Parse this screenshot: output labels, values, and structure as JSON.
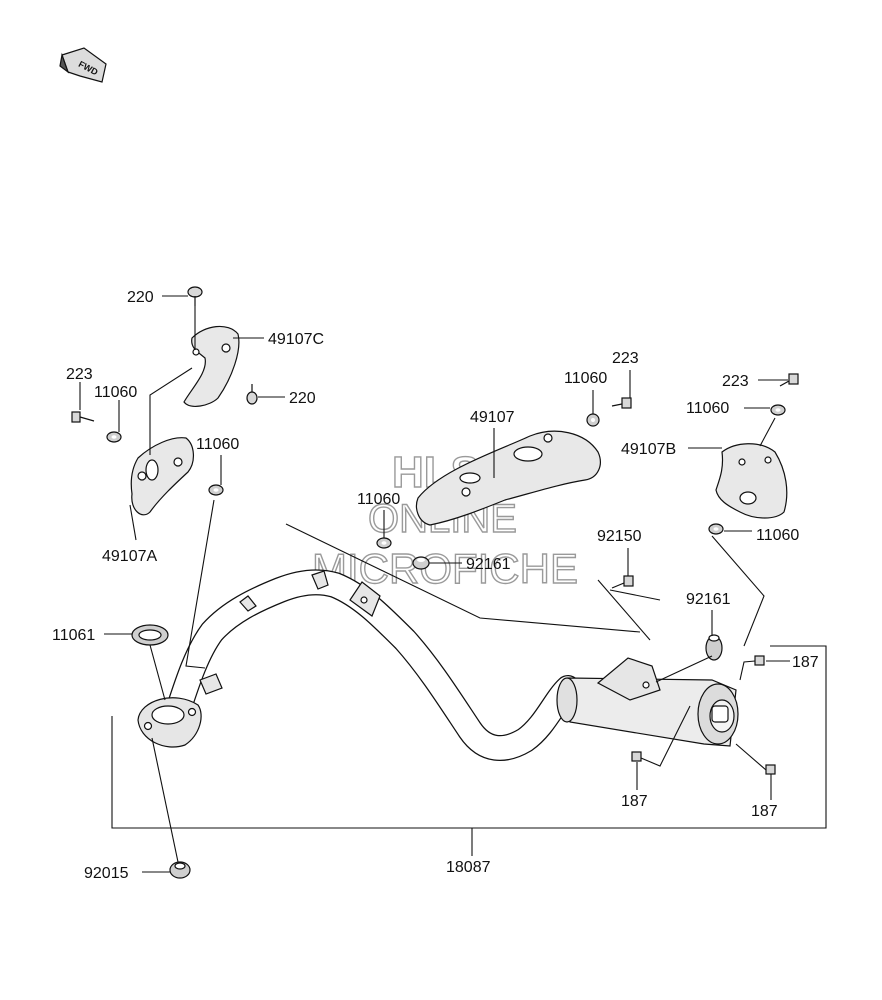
{
  "diagram": {
    "fwd_label": "FWD",
    "watermark": {
      "line1": "HLSM",
      "line2": "ONLINE",
      "line3": "MICROFICHE"
    },
    "parts": {
      "p220_a": "220",
      "p220_b": "220",
      "p49107C": "49107C",
      "p223_left": "223",
      "p11060_left_a": "11060",
      "p11060_left_b": "11060",
      "p49107A": "49107A",
      "p11061": "11061",
      "p92015": "92015",
      "p49107": "49107",
      "p11060_mid": "11060",
      "p92161_mid": "92161",
      "p223_mid": "223",
      "p11060_midtop": "11060",
      "p223_right": "223",
      "p11060_right_top": "11060",
      "p49107B": "49107B",
      "p11060_right_bot": "11060",
      "p92150": "92150",
      "p92161_right": "92161",
      "p187_a": "187",
      "p187_b": "187",
      "p187_c": "187",
      "p18087": "18087"
    },
    "colors": {
      "line": "#111111",
      "part_fill_light": "#e6e6e6",
      "part_fill_mid": "#cfcfcf",
      "watermark_stroke": "#9a9a9a"
    }
  }
}
